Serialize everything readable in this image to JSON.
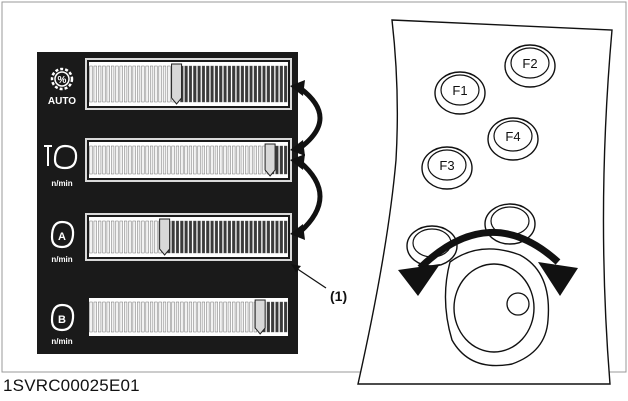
{
  "figure": {
    "code": "1SVRC00025E01",
    "callout": "(1)"
  },
  "bars": [
    {
      "icon": "auto-mode-icon",
      "icon_text": "%",
      "sub_label": "AUTO",
      "level": 0.44,
      "highlighted": true
    },
    {
      "icon": "engine-max-rpm-icon",
      "icon_text": "",
      "sub_label": "n/min",
      "level": 0.91,
      "highlighted": true
    },
    {
      "icon": "engine-a-rpm-icon",
      "icon_text": "A",
      "sub_label": "n/min",
      "level": 0.38,
      "highlighted": true
    },
    {
      "icon": "engine-b-rpm-icon",
      "icon_text": "B",
      "sub_label": "n/min",
      "level": 0.86,
      "highlighted": false
    }
  ],
  "keys": [
    {
      "label": "F1"
    },
    {
      "label": "F2"
    },
    {
      "label": "F3"
    },
    {
      "label": "F4"
    }
  ],
  "colors": {
    "panel_bg": "#1a1a1a",
    "bar_light": "#f2f2f2",
    "bar_dark": "#3a3a3a",
    "outline": "#111111"
  }
}
